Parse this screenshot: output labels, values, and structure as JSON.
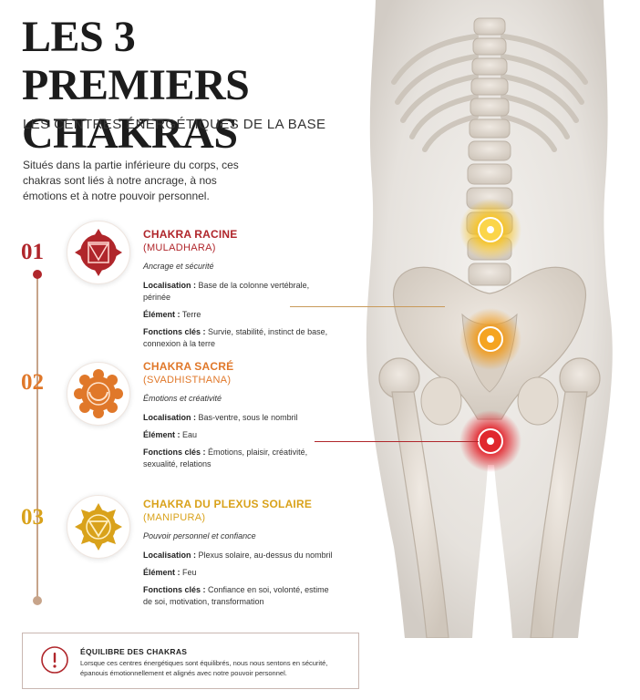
{
  "header": {
    "title": "LES 3 PREMIERS CHAKRAS",
    "subtitle": "LES CENTRES ÉNERGÉTIQUES DE LA BASE",
    "intro": "Situés dans la partie inférieure du corps, ces chakras sont liés à notre ancrage, à nos émotions et à notre pouvoir personnel."
  },
  "chakras": [
    {
      "number": "01",
      "name": "CHAKRA RACINE",
      "sanskrit": "(MULADHARA)",
      "tagline": "Ancrage et sécurité",
      "localisation_label": "Localisation :",
      "localisation": "Base de la colonne vertébrale, périnée",
      "element_label": "Élément :",
      "element": "Terre",
      "fonctions_label": "Fonctions clés :",
      "fonctions": "Survie, stabilité, instinct de base, connexion à la terre",
      "color": "#b0262b",
      "icon": "root-chakra-icon"
    },
    {
      "number": "02",
      "name": "CHAKRA SACRÉ",
      "sanskrit": "(SVADHISTHANA)",
      "tagline": "Émotions et créativité",
      "localisation_label": "Localisation :",
      "localisation": "Bas-ventre, sous le nombril",
      "element_label": "Élément :",
      "element": "Eau",
      "fonctions_label": "Fonctions clés :",
      "fonctions": "Émotions, plaisir, créativité, sexualité, relations",
      "color": "#e0782a",
      "icon": "sacral-chakra-icon"
    },
    {
      "number": "03",
      "name": "CHAKRA DU PLEXUS SOLAIRE",
      "sanskrit": "(MANIPURA)",
      "tagline": "Pouvoir personnel et confiance",
      "localisation_label": "Localisation :",
      "localisation": "Plexus solaire, au-dessus du nombril",
      "element_label": "Élément :",
      "element": "Feu",
      "fonctions_label": "Fonctions clés :",
      "fonctions": "Confiance en soi, volonté, estime de soi, motivation, transformation",
      "color": "#d9a21b",
      "icon": "solar-plexus-chakra-icon"
    }
  ],
  "note": {
    "title": "ÉQUILIBRE DES CHAKRAS",
    "text": "Lorsque ces centres énergétiques sont équilibrés, nous nous sentons en sécurité, épanouis émotionnellement et alignés avec notre pouvoir personnel.",
    "icon": "exclamation-icon"
  },
  "colors": {
    "accent_red": "#b0262b",
    "accent_orange": "#e0782a",
    "accent_yellow": "#d9a21b",
    "timeline": "#c7a48a"
  }
}
